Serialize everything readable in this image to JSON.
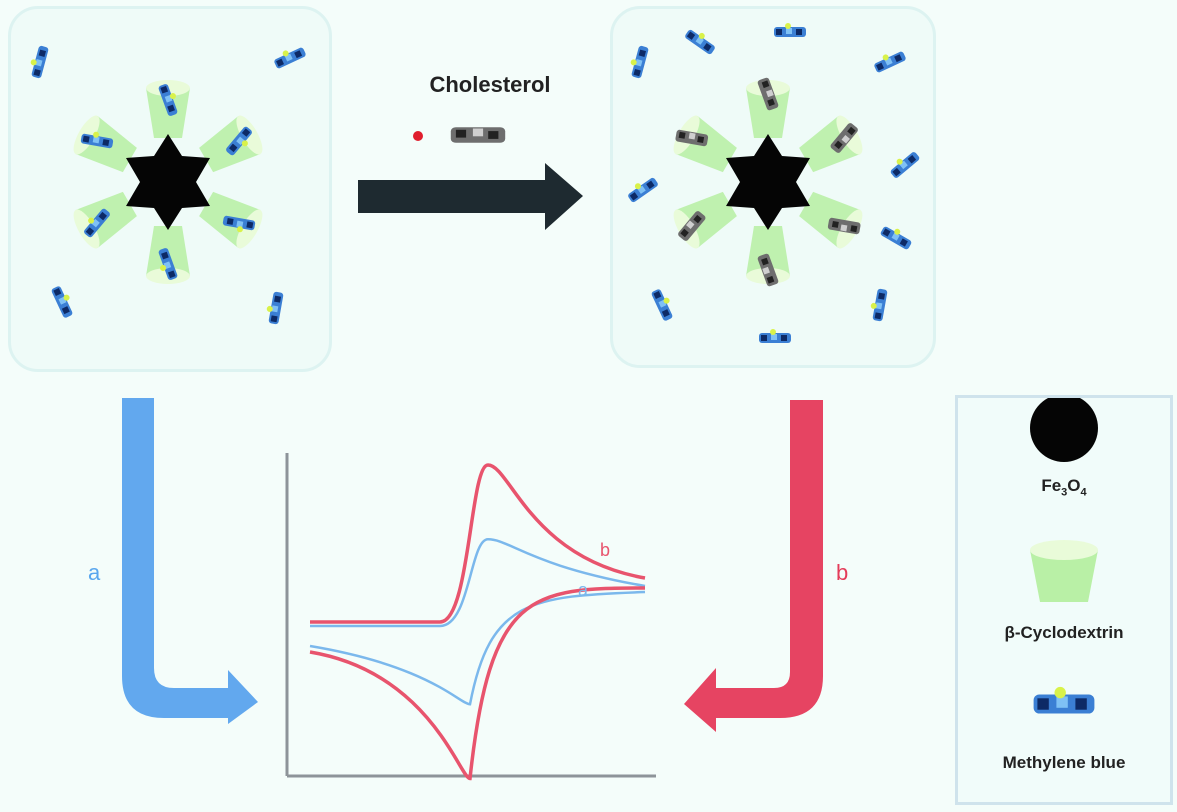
{
  "reagent": {
    "label": "Cholesterol"
  },
  "paths": {
    "a": {
      "label": "a",
      "color": "#5aa7ee"
    },
    "b": {
      "label": "b",
      "color": "#e43d5a"
    }
  },
  "legend": {
    "items": [
      {
        "label_main": "Fe",
        "sub1": "3",
        "mid": "O",
        "sub2": "4",
        "icon": "black-sphere-icon"
      },
      {
        "label": "β-Cyclodextrin",
        "icon": "cyclodextrin-cup-icon"
      },
      {
        "label": "Methylene blue",
        "icon": "methylene-blue-molecule-icon"
      }
    ]
  },
  "panels": {
    "before": {
      "description": "Fe3O4 core with six β-cyclodextrin cups hosting methylene blue, free methylene blue around"
    },
    "after": {
      "description": "Cholesterol displaces methylene blue from β-cyclodextrin cavities; more free methylene blue"
    }
  },
  "colors": {
    "cd_green": "#b9f0a6",
    "mb_blue": "#3b7fd4",
    "core": "#050505",
    "arrow_dark": "#1e2a30"
  },
  "chart_data": {
    "type": "line",
    "title": "",
    "xlabel": "",
    "ylabel": "",
    "description": "Cyclic voltammograms; curve b (after cholesterol) shows larger redox peaks than curve a",
    "series": [
      {
        "name": "a",
        "color": "#7bb8ec",
        "anodic_peak_rel": 0.55,
        "cathodic_peak_rel": -0.45
      },
      {
        "name": "b",
        "color": "#e8546d",
        "anodic_peak_rel": 1.0,
        "cathodic_peak_rel": -0.9
      }
    ],
    "curve_labels": [
      "a",
      "b"
    ]
  }
}
